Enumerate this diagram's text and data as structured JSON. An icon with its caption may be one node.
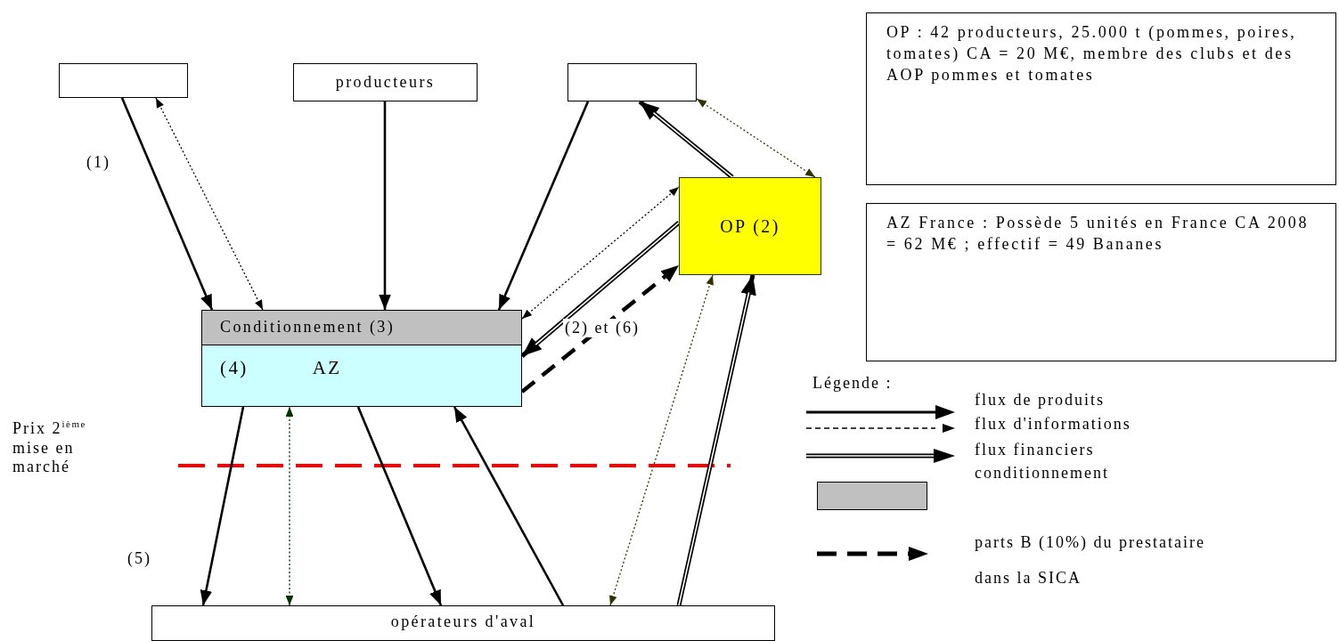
{
  "diagram": {
    "nodes": [
      {
        "text": [],
        "shape": "box"
      },
      {
        "text": [
          "producteurs"
        ]
      },
      {
        "text": [],
        "shape": "box"
      },
      {
        "text": [
          "OP (2)"
        ]
      },
      {
        "text": [
          "Conditionnement (3)"
        ]
      },
      {
        "text": [
          "(4)",
          "AZ"
        ]
      },
      {
        "text": [
          "opérateurs d'aval"
        ]
      },
      {
        "text": [
          "OP : 42 producteurs, 25.000 t (pommes, poires, tomates) CA = 20 M€, membre des clubs et des AOP pommes et tomates"
        ]
      },
      {
        "text": [
          "AZ France : Possède 5 unités en France CA 2008 = 62 M€ ; effectif = 49 Bananes"
        ]
      }
    ],
    "edges": [
      {
        "from": 0,
        "to": 4,
        "arrow": "to"
      },
      {
        "from": 4,
        "to": 0,
        "arrow": "both",
        "style": "dashed"
      },
      {
        "from": 1,
        "to": 4,
        "arrow": "to"
      },
      {
        "from": 2,
        "to": 4,
        "arrow": "to"
      },
      {
        "from": 3,
        "to": 2,
        "arrow": "to",
        "style": "thick"
      },
      {
        "from": 2,
        "to": 3,
        "arrow": "both",
        "style": "dashed",
        "color": "#333300"
      },
      {
        "from": 4,
        "to": 3,
        "arrow": "both",
        "style": "dashed"
      },
      {
        "from": 3,
        "to": 5,
        "arrow": "to",
        "style": "thick"
      },
      {
        "from": 5,
        "to": 3,
        "arrow": "to",
        "style": "dashed",
        "label": "(2) et (6)"
      },
      {
        "from": 5,
        "to": 6,
        "arrow": "to"
      },
      {
        "from": 6,
        "to": 5,
        "arrow": "both",
        "style": "dashed",
        "color": "#003300"
      },
      {
        "from": 5,
        "to": 6,
        "arrow": "to"
      },
      {
        "from": 6,
        "to": 5,
        "arrow": "to"
      },
      {
        "from": 6,
        "to": 3,
        "arrow": "both",
        "style": "dashed",
        "color": "#333300"
      },
      {
        "from": 6,
        "to": 3,
        "arrow": "to",
        "style": "thick"
      }
    ],
    "labels": [
      "(1)",
      "Prix 2$^{ième}$ mise en marché",
      "(5)",
      "Légende :"
    ],
    "legend": [
      {
        "text": "flux de produits"
      },
      {
        "text": "flux d'informations"
      },
      {
        "text": "flux financiers"
      },
      {
        "text": "conditionnement",
        "color": "#c0c0c0"
      },
      {
        "text": "parts B (10%) du prestataire dans la SICA"
      }
    ]
  }
}
